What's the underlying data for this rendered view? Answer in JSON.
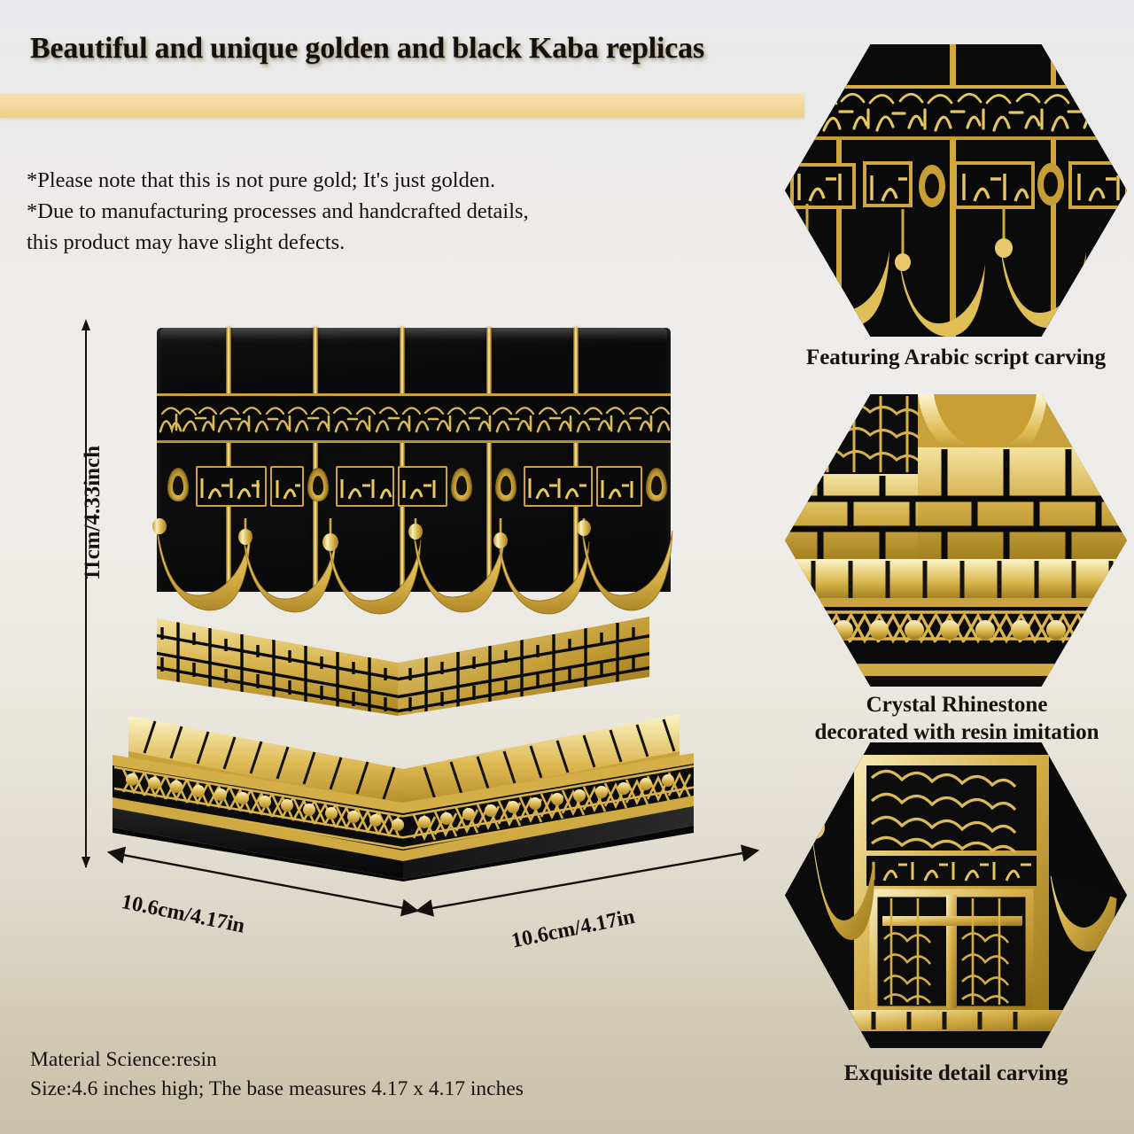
{
  "header": {
    "title": "Beautiful and unique golden and black Kaba replicas",
    "bar_color": "#f2d69a"
  },
  "notes": {
    "line1": "*Please note that this is not pure gold; It's just golden.",
    "line2": "*Due to manufacturing processes and handcrafted details,",
    "line3": "this product may have slight defects."
  },
  "dimensions": {
    "height_label": "11cm/4.33inch",
    "width_left_label": "10.6cm/4.17in",
    "width_right_label": "10.6cm/4.17in"
  },
  "footer": {
    "material": "Material Science:resin",
    "size": "Size:4.6 inches high; The base measures 4.17 x 4.17 inches"
  },
  "callouts": [
    {
      "caption_line1": "Featuring Arabic script carving",
      "caption_line2": ""
    },
    {
      "caption_line1": "Crystal Rhinestone",
      "caption_line2": "decorated with resin imitation"
    },
    {
      "caption_line1": "Exquisite detail carving",
      "caption_line2": ""
    }
  ],
  "product": {
    "name": "golden-black-kaaba-replica",
    "cloth_color": "#0b0b0b",
    "gold_color": "#d8b44e",
    "gold_light": "#f3e39c",
    "gold_dark": "#9c7a1f",
    "plinth_color": "#121212"
  },
  "background": {
    "top_color": "#e9e9eb",
    "bottom_color": "#c8c1aa"
  }
}
